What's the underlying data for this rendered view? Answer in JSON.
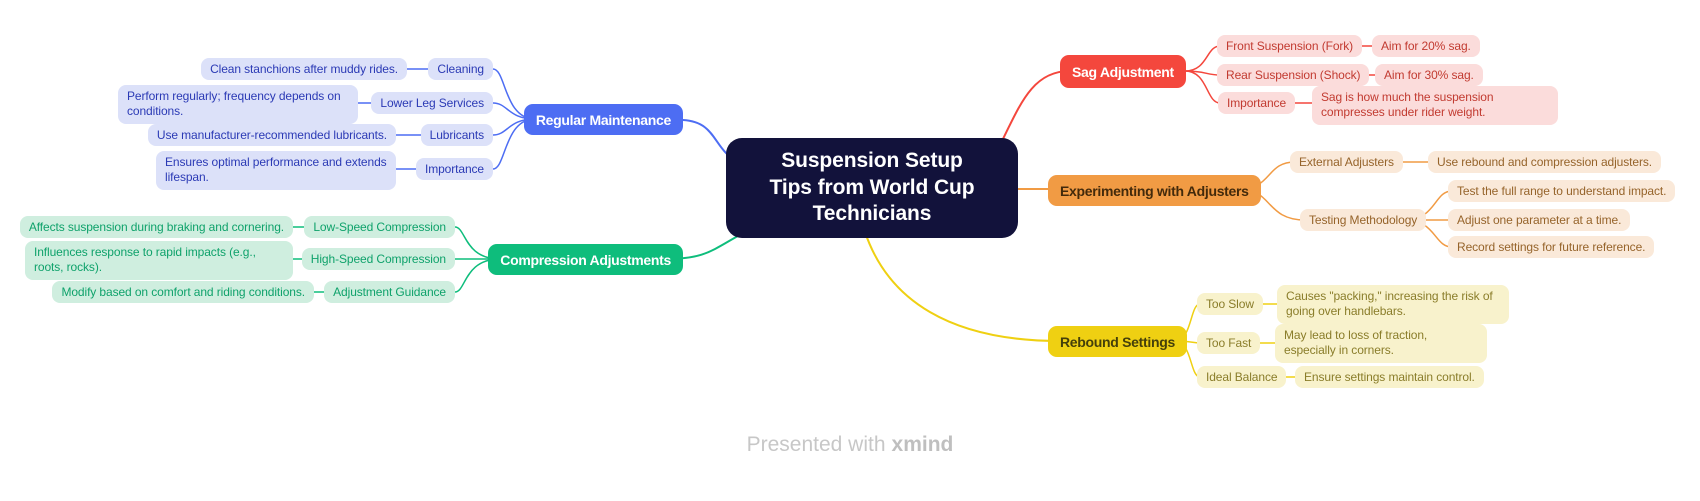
{
  "title_lines": [
    "Suspension Setup",
    "Tips from World Cup",
    "Technicians"
  ],
  "footer": {
    "prefix": "Presented with",
    "brand": "xmind"
  },
  "colors": {
    "center_bg": "#12123B",
    "blue": "#4D6DF3",
    "blue_light": "#DCE1F9",
    "blue_text": "#2B3AB5",
    "green": "#0EBD7C",
    "green_light": "#CFEEDF",
    "green_text": "#0FA26B",
    "red": "#F4473D",
    "red_light": "#FBDCDB",
    "red_text": "#C23B31",
    "orange": "#F19B44",
    "orange_light": "#FAE9D9",
    "orange_text": "#96642B",
    "yellow": "#EFD012",
    "yellow_light": "#F8F2CC",
    "yellow_text": "#8A7D2A"
  },
  "branches": [
    {
      "label": "Regular Maintenance",
      "children": [
        {
          "label": "Cleaning",
          "note": "Clean stanchions after muddy rides."
        },
        {
          "label": "Lower Leg Services",
          "note": "Perform regularly; frequency depends on conditions."
        },
        {
          "label": "Lubricants",
          "note": "Use manufacturer-recommended lubricants."
        },
        {
          "label": "Importance",
          "note": "Ensures optimal performance and extends lifespan."
        }
      ]
    },
    {
      "label": "Compression Adjustments",
      "children": [
        {
          "label": "Low-Speed Compression",
          "note": "Affects suspension during braking and cornering."
        },
        {
          "label": "High-Speed Compression",
          "note": "Influences response to rapid impacts (e.g., roots, rocks)."
        },
        {
          "label": "Adjustment Guidance",
          "note": "Modify based on comfort and riding conditions."
        }
      ]
    },
    {
      "label": "Sag Adjustment",
      "children": [
        {
          "label": "Front Suspension (Fork)",
          "note": "Aim for 20% sag."
        },
        {
          "label": "Rear Suspension (Shock)",
          "note": "Aim for 30% sag."
        },
        {
          "label": "Importance",
          "note": "Sag is how much the suspension compresses under rider weight."
        }
      ]
    },
    {
      "label": "Experimenting with Adjusters",
      "children": [
        {
          "label": "External Adjusters",
          "note": "Use rebound and compression adjusters."
        },
        {
          "label": "Testing Methodology",
          "notes": [
            "Test the full range to understand impact.",
            "Adjust one parameter at a time.",
            "Record settings for future reference."
          ]
        }
      ]
    },
    {
      "label": "Rebound Settings",
      "children": [
        {
          "label": "Too Slow",
          "note": "Causes \"packing,\" increasing the risk of going over handlebars."
        },
        {
          "label": "Too Fast",
          "note": "May lead to loss of traction, especially in corners."
        },
        {
          "label": "Ideal Balance",
          "note": "Ensure settings maintain control."
        }
      ]
    }
  ]
}
